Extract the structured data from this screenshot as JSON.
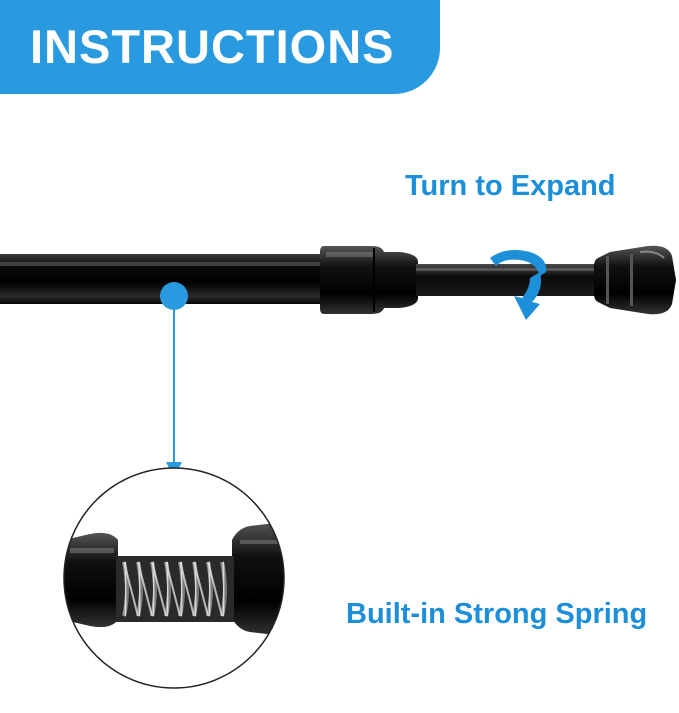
{
  "banner": {
    "title": "INSTRUCTIONS"
  },
  "labels": {
    "turn_to_expand": "Turn to Expand",
    "built_in_spring": "Built-in Strong Spring"
  },
  "colors": {
    "accent": "#2a9ae0",
    "label_text": "#1d8ed8",
    "rod": "#111111"
  },
  "icons": {
    "rotate": "rotate-arrow-icon",
    "callout": "callout-dot-icon"
  }
}
